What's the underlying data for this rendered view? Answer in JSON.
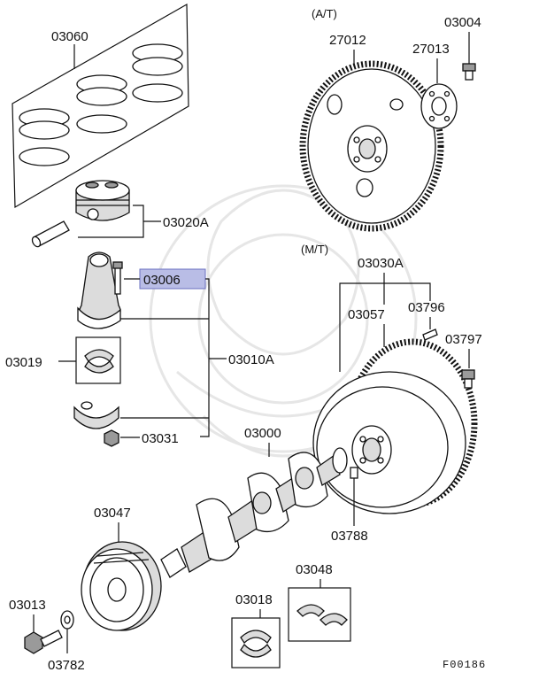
{
  "labels": {
    "at_note": "(A/T)",
    "mt_note": "(M/T)",
    "p03060": "03060",
    "p03004": "03004",
    "p27012": "27012",
    "p27013": "27013",
    "p03020A": "03020A",
    "p03006": "03006",
    "p03030A": "03030A",
    "p03057": "03057",
    "p03796": "03796",
    "p03797": "03797",
    "p03019": "03019",
    "p03010A": "03010A",
    "p03000": "03000",
    "p03031": "03031",
    "p03047": "03047",
    "p03788": "03788",
    "p03048": "03048",
    "p03013": "03013",
    "p03018": "03018",
    "p03782": "03782",
    "figure_code": "F00186"
  },
  "highlight": {
    "part": "03006",
    "color": "#b9bde6"
  }
}
